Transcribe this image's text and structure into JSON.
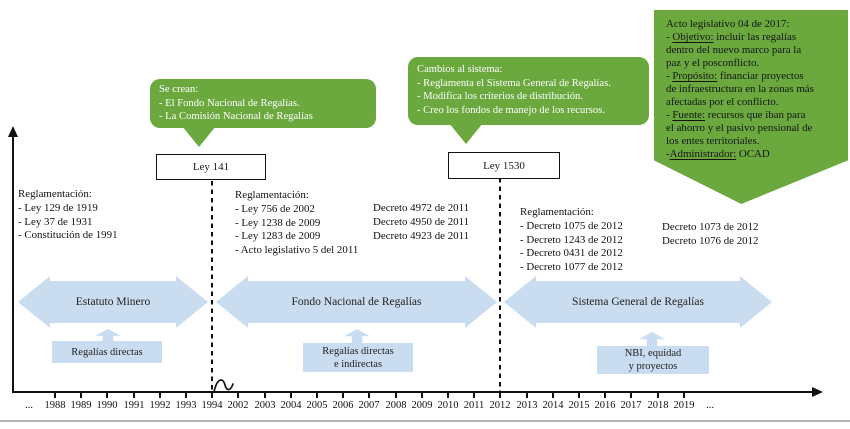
{
  "colors": {
    "green": "#6ba83e",
    "blue": "#cadcf0",
    "ink": "#111111"
  },
  "callouts": {
    "se_crean": {
      "lines": [
        "Se crean:",
        "- El Fondo Nacional de Regalías.",
        "- La Comisión Nacional de Regalías"
      ]
    },
    "cambios": {
      "lines": [
        "Cambios al sistema:",
        "- Reglamenta el Sistema General de Regalías.",
        "- Modifica los criterios de distribución.",
        "- Creo los fondos de manejo de los recursos."
      ]
    },
    "acto_legislativo_2017": {
      "lines": [
        [
          {
            "t": "Acto legislativo 04 de 2017:"
          }
        ],
        [
          {
            "t": "- "
          },
          {
            "t": "Objetivo:",
            "u": true
          },
          {
            "t": " incluir las regalías"
          }
        ],
        [
          {
            "t": "dentro del nuevo marco para la"
          }
        ],
        [
          {
            "t": "paz y el posconflicto."
          }
        ],
        [
          {
            "t": "- "
          },
          {
            "t": "Propósito:",
            "u": true
          },
          {
            "t": " financiar proyectos"
          }
        ],
        [
          {
            "t": "de infraestructura en la zonas más"
          }
        ],
        [
          {
            "t": "afectadas por el conflicto."
          }
        ],
        [
          {
            "t": "- "
          },
          {
            "t": "Fuente:",
            "u": true
          },
          {
            "t": " recursos que iban para"
          }
        ],
        [
          {
            "t": "el ahorro y el pasivo pensional de"
          }
        ],
        [
          {
            "t": "los entes territoriales."
          }
        ],
        [
          {
            "t": "-"
          },
          {
            "t": "Administrador:",
            "u": true
          },
          {
            "t": " OCAD"
          }
        ]
      ]
    }
  },
  "milestones": {
    "ley_141": "Ley 141",
    "ley_1530": "Ley 1530"
  },
  "notes": {
    "pre_1994": {
      "lines": [
        "Reglamentación:",
        "- Ley 129 de 1919",
        "- Ley 37 de 1931",
        "- Constitución de 1991"
      ]
    },
    "fnr_reglamentacion": {
      "lines": [
        "Reglamentación:",
        "- Ley 756 de 2002",
        "- Ley 1238 de 2009",
        "- Ley 1283 de 2009",
        "- Acto legislativo 5 del 2011"
      ]
    },
    "decretos_2011": {
      "lines": [
        "Decreto 4972 de 2011",
        "Decreto 4950 de 2011",
        "Decreto 4923 de 2011"
      ]
    },
    "sgr_reglamentacion": {
      "lines": [
        "Reglamentación:",
        "- Decreto 1075 de 2012",
        "- Decreto 1243 de 2012",
        "- Decreto 0431 de 2012",
        "- Decreto 1077 de 2012"
      ]
    },
    "decretos_2012": {
      "lines": [
        "Decreto 1073 de 2012",
        "Decreto 1076 de 2012"
      ]
    }
  },
  "eras": [
    {
      "label": "Estatuto Minero",
      "tag_lines": [
        "Regalías directas"
      ]
    },
    {
      "label": "Fondo Nacional de Regalías",
      "tag_lines": [
        "Regalías directas",
        "e indirectas"
      ]
    },
    {
      "label": "Sistema General de Regalías",
      "tag_lines": [
        "NBI, equidad",
        "y proyectos"
      ]
    }
  ],
  "timeline": {
    "labels": [
      "...",
      "1988",
      "1989",
      "1990",
      "1991",
      "1992",
      "1993",
      "1994",
      "2002",
      "2003",
      "2004",
      "2005",
      "2006",
      "2007",
      "2008",
      "2009",
      "2010",
      "2011",
      "2012",
      "2013",
      "2014",
      "2015",
      "2016",
      "2017",
      "2018",
      "2019",
      "..."
    ],
    "break_between": [
      "1994",
      "2002"
    ]
  }
}
